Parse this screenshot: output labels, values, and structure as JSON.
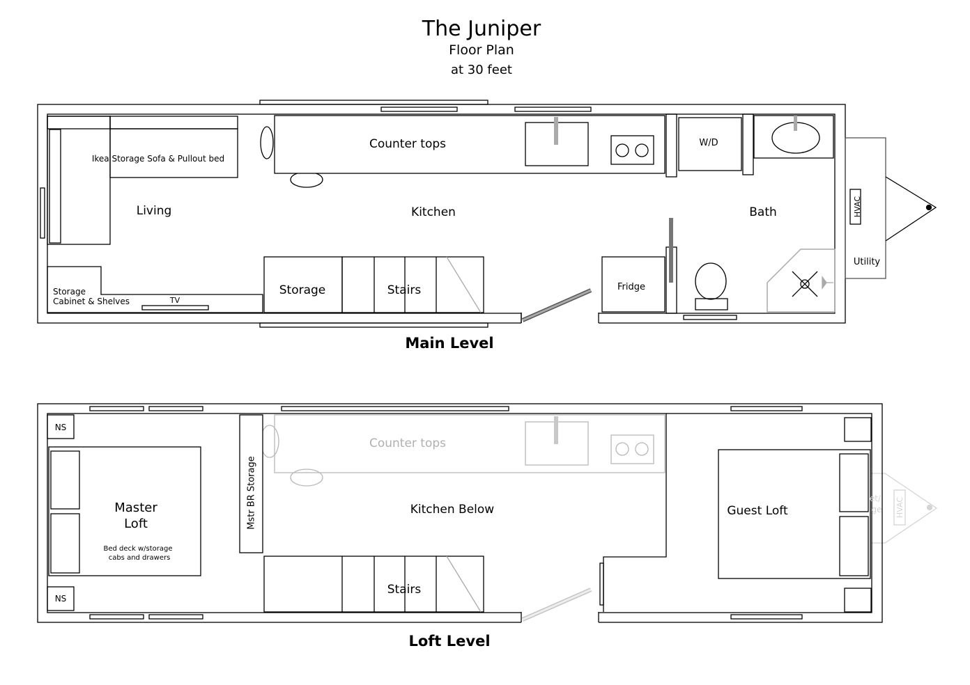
{
  "header": {
    "title": "The Juniper",
    "subtitle": "Floor Plan",
    "scale": "at 30 feet"
  },
  "main_level": {
    "caption": "Main Level",
    "rooms": {
      "living": "Living",
      "kitchen": "Kitchen",
      "bath": "Bath",
      "utility": "Utility"
    },
    "fixtures": {
      "sofa": "Ikea Storage Sofa & Pullout bed",
      "counter": "Counter tops",
      "washer_dryer": "W/D",
      "hvac": "HVAC",
      "fridge": "Fridge",
      "storage": "Storage",
      "stairs": "Stairs",
      "cabinet_line1": "Storage",
      "cabinet_line2": "Cabinet & Shelves",
      "tv": "TV"
    }
  },
  "loft_level": {
    "caption": "Loft Level",
    "rooms": {
      "master_line1": "Master",
      "master_line2": "Loft",
      "kitchen_below": "Kitchen Below",
      "guest_loft": "Guest Loft"
    },
    "fixtures": {
      "nightstand_top": "NS",
      "nightstand_bottom": "NS",
      "bed_note_line1": "Bed deck w/storage",
      "bed_note_line2": "cabs and drawers",
      "master_storage": "Mstr BR Storage",
      "counter_ghost": "Counter tops",
      "stairs": "Stairs",
      "hvac_ghost": "HVAC",
      "utility_ghost_line1": "et/",
      "utility_ghost_line2": "ge"
    }
  },
  "colors": {
    "wall": "#000000",
    "fixture_fill": "#ffffff",
    "door": "#808080",
    "ghost": "#b0b0b0"
  }
}
